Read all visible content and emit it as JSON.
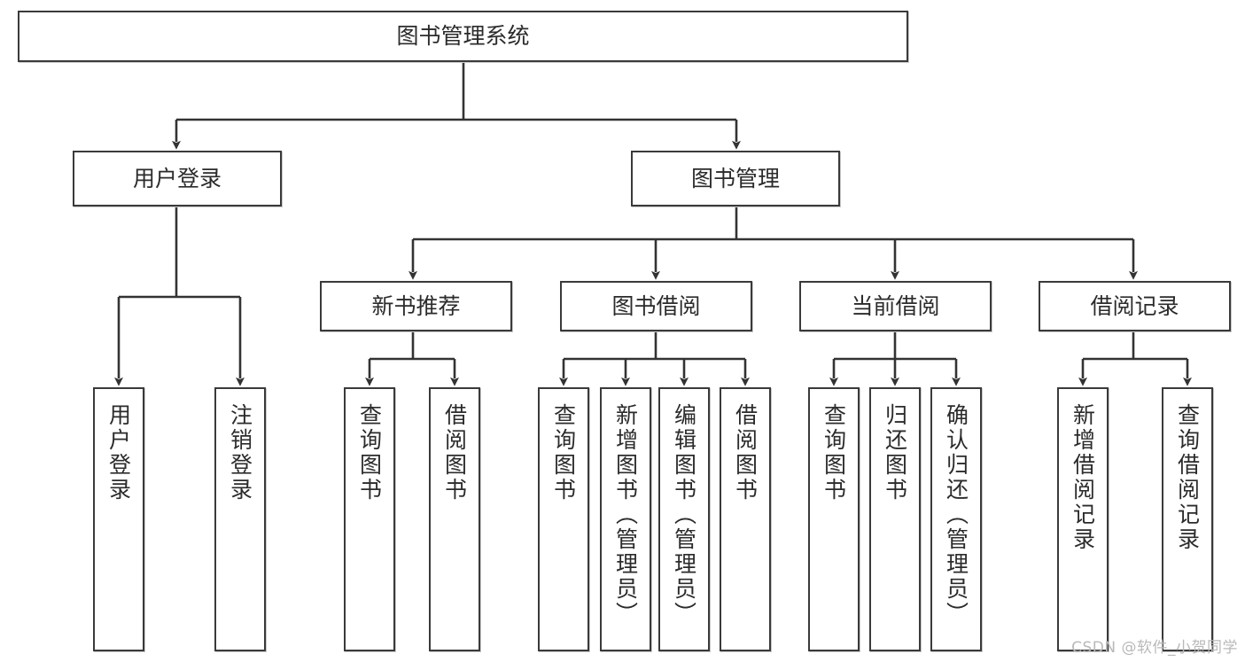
{
  "diagram": {
    "type": "tree",
    "title": "图书管理系统",
    "style": {
      "box_border_color": "#3a3a3a",
      "box_fill_color": "#ffffff",
      "edge_color": "#333333",
      "text_color": "#2b2b2b",
      "watermark_color": "#b9b9b9"
    },
    "root": {
      "label": "图书管理系统"
    },
    "level2": [
      {
        "label": "用户登录"
      },
      {
        "label": "图书管理"
      }
    ],
    "level3": [
      {
        "label": "新书推荐"
      },
      {
        "label": "图书借阅"
      },
      {
        "label": "当前借阅"
      },
      {
        "label": "借阅记录"
      }
    ],
    "leaves": {
      "user_login": [
        {
          "label": "用户登录"
        },
        {
          "label": "注销登录"
        }
      ],
      "new_book_recommend": [
        {
          "label": "查询图书"
        },
        {
          "label": "借阅图书"
        }
      ],
      "book_borrow": [
        {
          "label": "查询图书"
        },
        {
          "label": "新增图书（管理员）"
        },
        {
          "label": "编辑图书（管理员）"
        },
        {
          "label": "借阅图书"
        }
      ],
      "current_borrow": [
        {
          "label": "查询图书"
        },
        {
          "label": "归还图书"
        },
        {
          "label": "确认归还（管理员）"
        }
      ],
      "borrow_record": [
        {
          "label": "新增借阅记录"
        },
        {
          "label": "查询借阅记录"
        }
      ]
    }
  },
  "watermark": {
    "text": "CSDN @软件_小贺同学"
  }
}
